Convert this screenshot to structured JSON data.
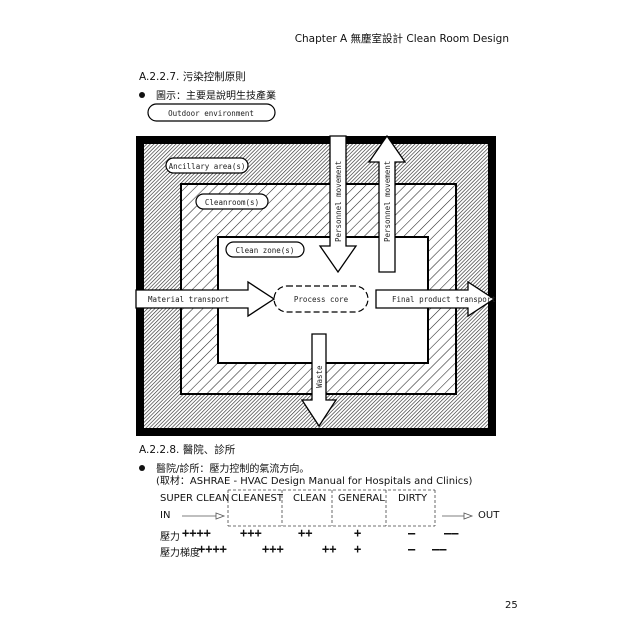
{
  "header": {
    "text": "Chapter A  無塵室設計  Clean Room Design"
  },
  "section1": {
    "title": "A.2.2.7. 污染控制原則",
    "bullet": "圖示：主要是說明生技產業"
  },
  "diagram": {
    "outdoor": "Outdoor environment",
    "ancillary": "Ancillary area(s)",
    "cleanroom": "Cleanroom(s)",
    "clean_zone": "Clean zone(s)",
    "process_core": "Process core",
    "material_transport": "Material transport",
    "final_product": "Final product transport",
    "personnel_in": "Personnel movement",
    "personnel_out": "Personnel movement",
    "waste": "Waste"
  },
  "section2": {
    "title": "A.2.2.8. 醫院、診所",
    "bullet": "醫院/診所：壓力控制的氣流方向。",
    "source": "(取材：ASHRAE - HVAC Design Manual for Hospitals and Clinics)"
  },
  "pressure_table": {
    "columns": [
      "SUPER CLEAN",
      "CLEANEST",
      "CLEAN",
      "GENERAL",
      "DIRTY"
    ],
    "in_label": "IN",
    "out_label": "OUT",
    "row1_label": "壓力",
    "row1_values": [
      "++++",
      "+++",
      "++",
      "+",
      "–",
      "––"
    ],
    "row2_label": "壓力梯度",
    "row2_values": [
      "++++",
      "+++",
      "++",
      "+",
      "–",
      "––"
    ]
  },
  "page_number": "25"
}
